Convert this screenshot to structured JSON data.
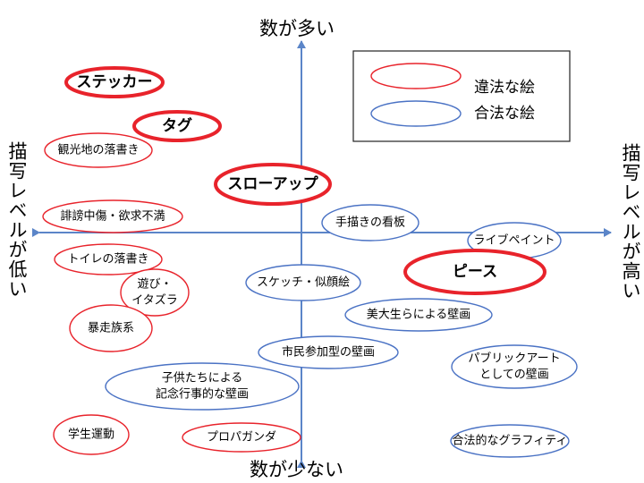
{
  "axes": {
    "top": "数が多い",
    "bottom": "数が少ない",
    "left": "描写レベルが低い",
    "right": "描写レベルが高い"
  },
  "legend": {
    "illegal": "違法な絵",
    "legal": "合法な絵"
  },
  "colors": {
    "illegal": "#e8232b",
    "legal": "#4a72c4",
    "axis": "#5b85c8"
  },
  "items": [
    {
      "id": "sticker",
      "lines": [
        "ステッカー"
      ],
      "type": "illegal",
      "bold": true
    },
    {
      "id": "tag",
      "lines": [
        "タグ"
      ],
      "type": "illegal",
      "bold": true
    },
    {
      "id": "tourist-graffiti",
      "lines": [
        "観光地の落書き"
      ],
      "type": "illegal",
      "bold": false
    },
    {
      "id": "throw-up",
      "lines": [
        "スローアップ"
      ],
      "type": "illegal",
      "bold": true
    },
    {
      "id": "slander",
      "lines": [
        "誹謗中傷・欲求不満"
      ],
      "type": "illegal",
      "bold": false
    },
    {
      "id": "handpainted-sign",
      "lines": [
        "手描きの看板"
      ],
      "type": "legal",
      "bold": false
    },
    {
      "id": "live-paint",
      "lines": [
        "ライブペイント"
      ],
      "type": "legal",
      "bold": false
    },
    {
      "id": "toilet-graffiti",
      "lines": [
        "トイレの落書き"
      ],
      "type": "illegal",
      "bold": false
    },
    {
      "id": "piece",
      "lines": [
        "ピース"
      ],
      "type": "illegal",
      "bold": true
    },
    {
      "id": "play-prank",
      "lines": [
        "遊び・",
        "イタズラ"
      ],
      "type": "illegal",
      "bold": false
    },
    {
      "id": "sketch-portrait",
      "lines": [
        "スケッチ・似顔絵"
      ],
      "type": "legal",
      "bold": false
    },
    {
      "id": "bosozoku",
      "lines": [
        "暴走族系"
      ],
      "type": "illegal",
      "bold": false
    },
    {
      "id": "art-student-mural",
      "lines": [
        "美大生らによる壁画"
      ],
      "type": "legal",
      "bold": false
    },
    {
      "id": "citizen-mural",
      "lines": [
        "市民参加型の壁画"
      ],
      "type": "legal",
      "bold": false
    },
    {
      "id": "public-art-mural",
      "lines": [
        "パブリックアート",
        "としての壁画"
      ],
      "type": "legal",
      "bold": false
    },
    {
      "id": "children-mural",
      "lines": [
        "子供たちによる",
        "記念行事的な壁画"
      ],
      "type": "legal",
      "bold": false
    },
    {
      "id": "student-movement",
      "lines": [
        "学生運動"
      ],
      "type": "illegal",
      "bold": false
    },
    {
      "id": "propaganda",
      "lines": [
        "プロパガンダ"
      ],
      "type": "illegal",
      "bold": false
    },
    {
      "id": "legal-graffiti",
      "lines": [
        "合法的なグラフィティ"
      ],
      "type": "legal",
      "bold": false
    }
  ]
}
